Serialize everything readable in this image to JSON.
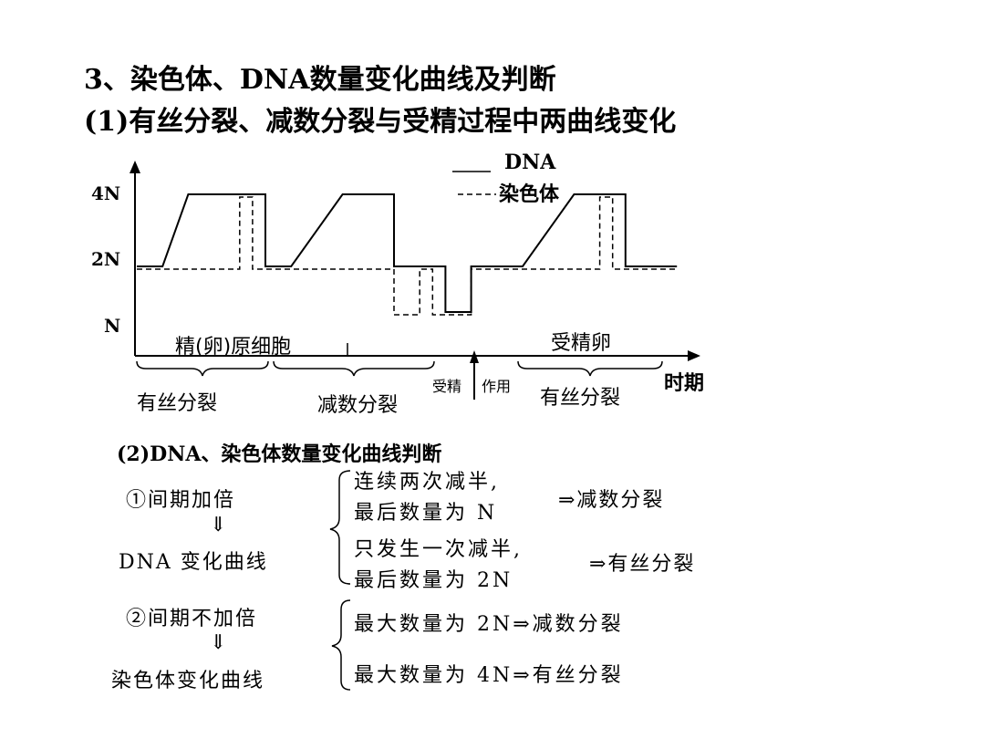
{
  "slide": {
    "heading": "3、染色体、DNA数量变化曲线及判断",
    "subheading": "(1)有丝分裂、减数分裂与受精过程中两曲线变化"
  },
  "chart": {
    "legend": {
      "dna": "DNA",
      "chromosome": "染色体"
    },
    "y_ticks": [
      "4N",
      "2N",
      "N"
    ],
    "x_axis_label": "时期",
    "phase_labels": {
      "spermatogonium": "精(卵)原细胞",
      "zygote": "受精卵",
      "mitosis_1": "有丝分裂",
      "meiosis": "减数分裂",
      "fertilization_a": "受精",
      "fertilization_b": "作用",
      "mitosis_2": "有丝分裂"
    }
  },
  "chart_data": {
    "type": "line",
    "x_label": "时期",
    "y_ticks": [
      "N",
      "2N",
      "4N"
    ],
    "series": [
      {
        "name": "DNA",
        "style": "solid",
        "x": [
          0,
          1,
          2,
          5,
          5,
          6,
          8,
          10,
          10,
          12,
          12,
          13,
          13,
          15,
          17,
          19,
          19,
          21
        ],
        "y": [
          2,
          2,
          4,
          4,
          2,
          2,
          4,
          4,
          2,
          2,
          1,
          1,
          2,
          2,
          4,
          4,
          2,
          2
        ]
      },
      {
        "name": "染色体",
        "style": "dashed",
        "x": [
          0,
          4,
          4,
          4.5,
          4.5,
          10,
          10,
          11,
          11,
          11.5,
          11.5,
          13,
          13,
          18,
          18,
          18.5,
          18.5,
          21
        ],
        "y": [
          2,
          2,
          4,
          4,
          2,
          2,
          1,
          1,
          2,
          2,
          1,
          1,
          2,
          2,
          4,
          4,
          2,
          2
        ]
      }
    ]
  },
  "rules": {
    "section_title": "(2)DNA、染色体数量变化曲线判断",
    "dna": {
      "premise": "①间期加倍",
      "arrow": "⇓",
      "curve": "DNA 变化曲线",
      "case1_line1": "连续两次减半,",
      "case1_line2": "最后数量为 N",
      "case1_result": "⇒减数分裂",
      "case2_line1": "只发生一次减半,",
      "case2_line2": "最后数量为 2N",
      "case2_result": "⇒有丝分裂"
    },
    "chromosome": {
      "premise": "②间期不加倍",
      "arrow": "⇓",
      "curve": "染色体变化曲线",
      "case1": "最大数量为 2N⇒减数分裂",
      "case2": "最大数量为 4N⇒有丝分裂"
    }
  }
}
